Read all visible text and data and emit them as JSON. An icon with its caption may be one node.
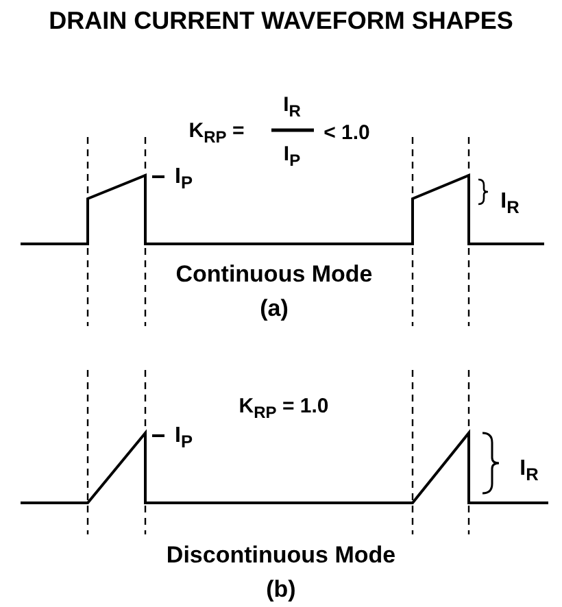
{
  "diagram": {
    "title": "DRAIN CURRENT WAVEFORM SHAPES",
    "labels": [
      "K$_{RP}$ =",
      "I$_{R}$",
      "I$_{P}$",
      "< 1.0",
      "I$_{P}$",
      "I$_{R}$",
      "Continuous Mode",
      "(a)",
      "K$_{RP}$ = 1.0",
      "I$_{P}$",
      "I$_{R}$",
      "Discontinuous Mode",
      "(b)"
    ]
  }
}
